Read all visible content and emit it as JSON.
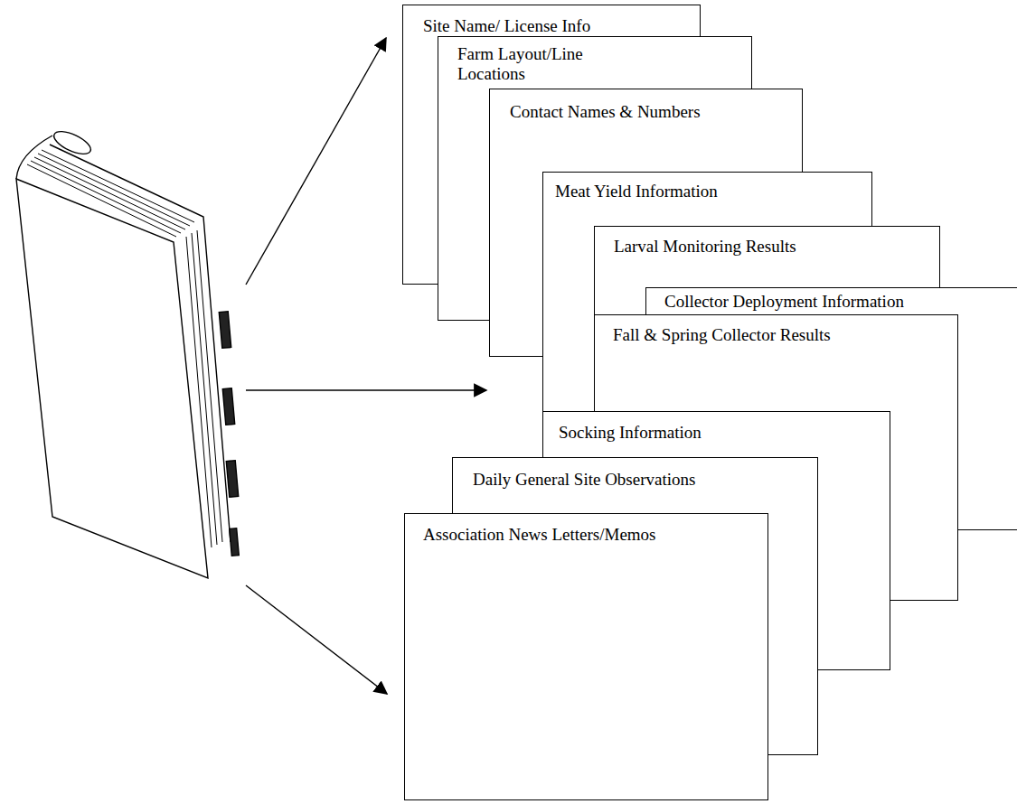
{
  "diagram": {
    "nodes": [
      {
        "text": [
          "Site Name/ License Info"
        ]
      },
      {
        "text": [
          "Farm Layout/Line Locations"
        ]
      },
      {
        "text": [
          "Contact Names & Numbers"
        ]
      },
      {
        "text": [
          "Meat Yield Information"
        ]
      },
      {
        "text": [
          "Larval Monitoring Results"
        ]
      },
      {
        "text": [
          "Collector Deployment Information"
        ]
      },
      {
        "text": [
          "Fall & Spring Collector Results"
        ]
      },
      {
        "text": [
          "Socking Information"
        ]
      },
      {
        "text": [
          "Daily General Site Observations"
        ]
      },
      {
        "text": [
          "Association News Letters/Memos"
        ]
      }
    ]
  }
}
